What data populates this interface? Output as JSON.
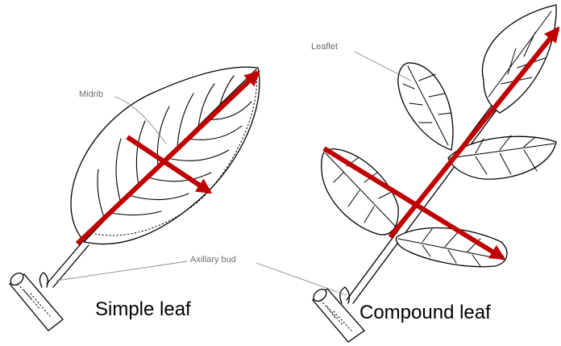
{
  "labels": {
    "midrib": "Midrib",
    "leaflet": "Leaflet",
    "axillary_bud": "Axillary bud"
  },
  "captions": {
    "simple": "Simple leaf",
    "compound": "Compound leaf"
  },
  "colors": {
    "arrow": "#c00000",
    "outline": "#000000",
    "callout_text": "#6e6e6e"
  }
}
